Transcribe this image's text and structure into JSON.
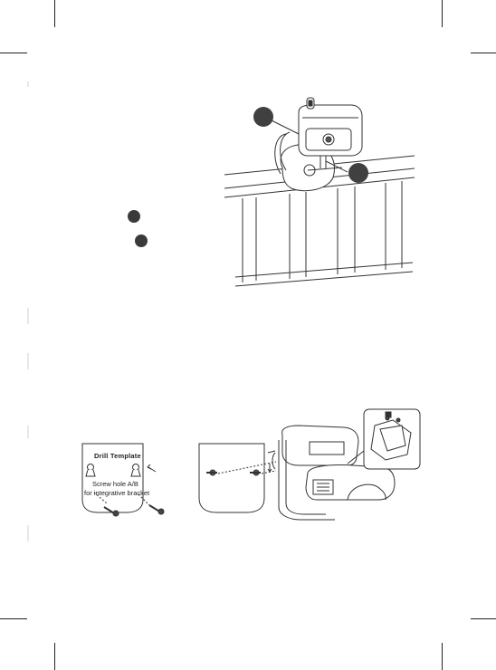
{
  "drill_template": {
    "title": "Drill Template",
    "line1": "Screw hole A/B",
    "line2": "for integrative bracket"
  }
}
